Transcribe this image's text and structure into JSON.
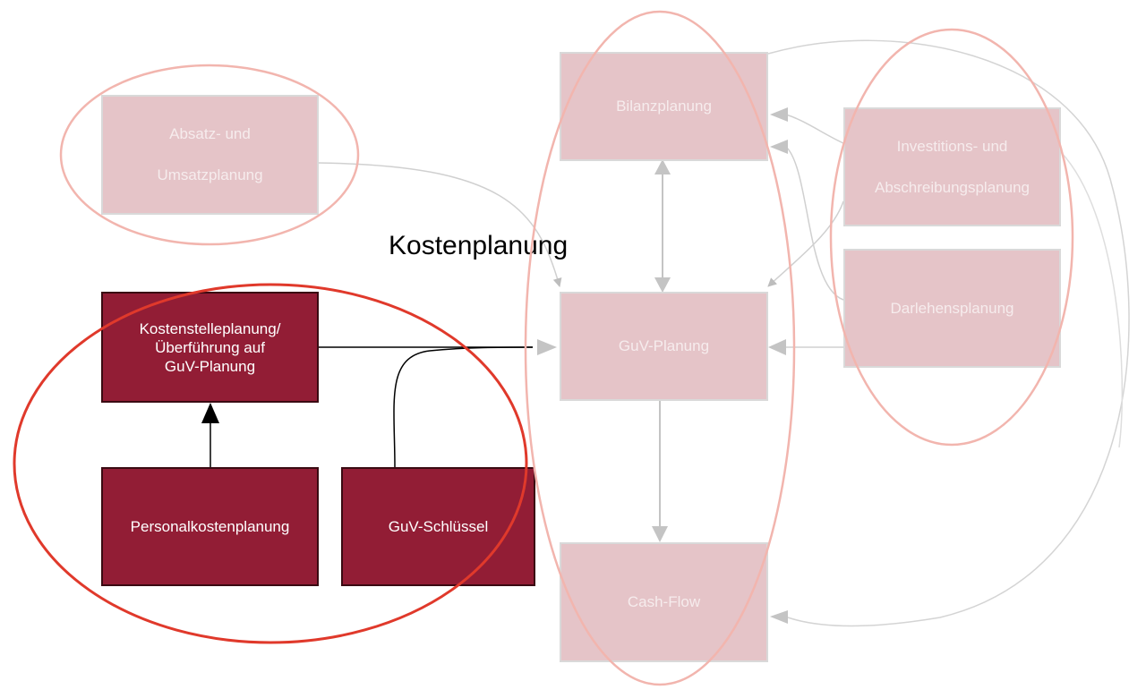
{
  "title": "Kostenplanung",
  "colors": {
    "active_fill": "#921d35",
    "faded_fill": "#e5c4c8",
    "highlight_circle": "#e0392b",
    "faded_circle": "#f2b5ae"
  },
  "boxes": {
    "absatz": {
      "line1": "Absatz- und",
      "line2": "Umsatzplanung"
    },
    "bilanz": {
      "label": "Bilanzplanung"
    },
    "investition": {
      "line1": "Investitions- und",
      "line2": "Abschreibungsplanung"
    },
    "darlehen": {
      "label": "Darlehensplanung"
    },
    "guv": {
      "label": "GuV-Planung"
    },
    "cashflow": {
      "label": "Cash-Flow"
    },
    "kostenstelle": {
      "line1": "Kostenstelleplanung/",
      "line2": "Überführung auf",
      "line3": "GuV-Planung"
    },
    "personal": {
      "label": "Personalkostenplanung"
    },
    "schluessel": {
      "label": "GuV-Schlüssel"
    }
  }
}
